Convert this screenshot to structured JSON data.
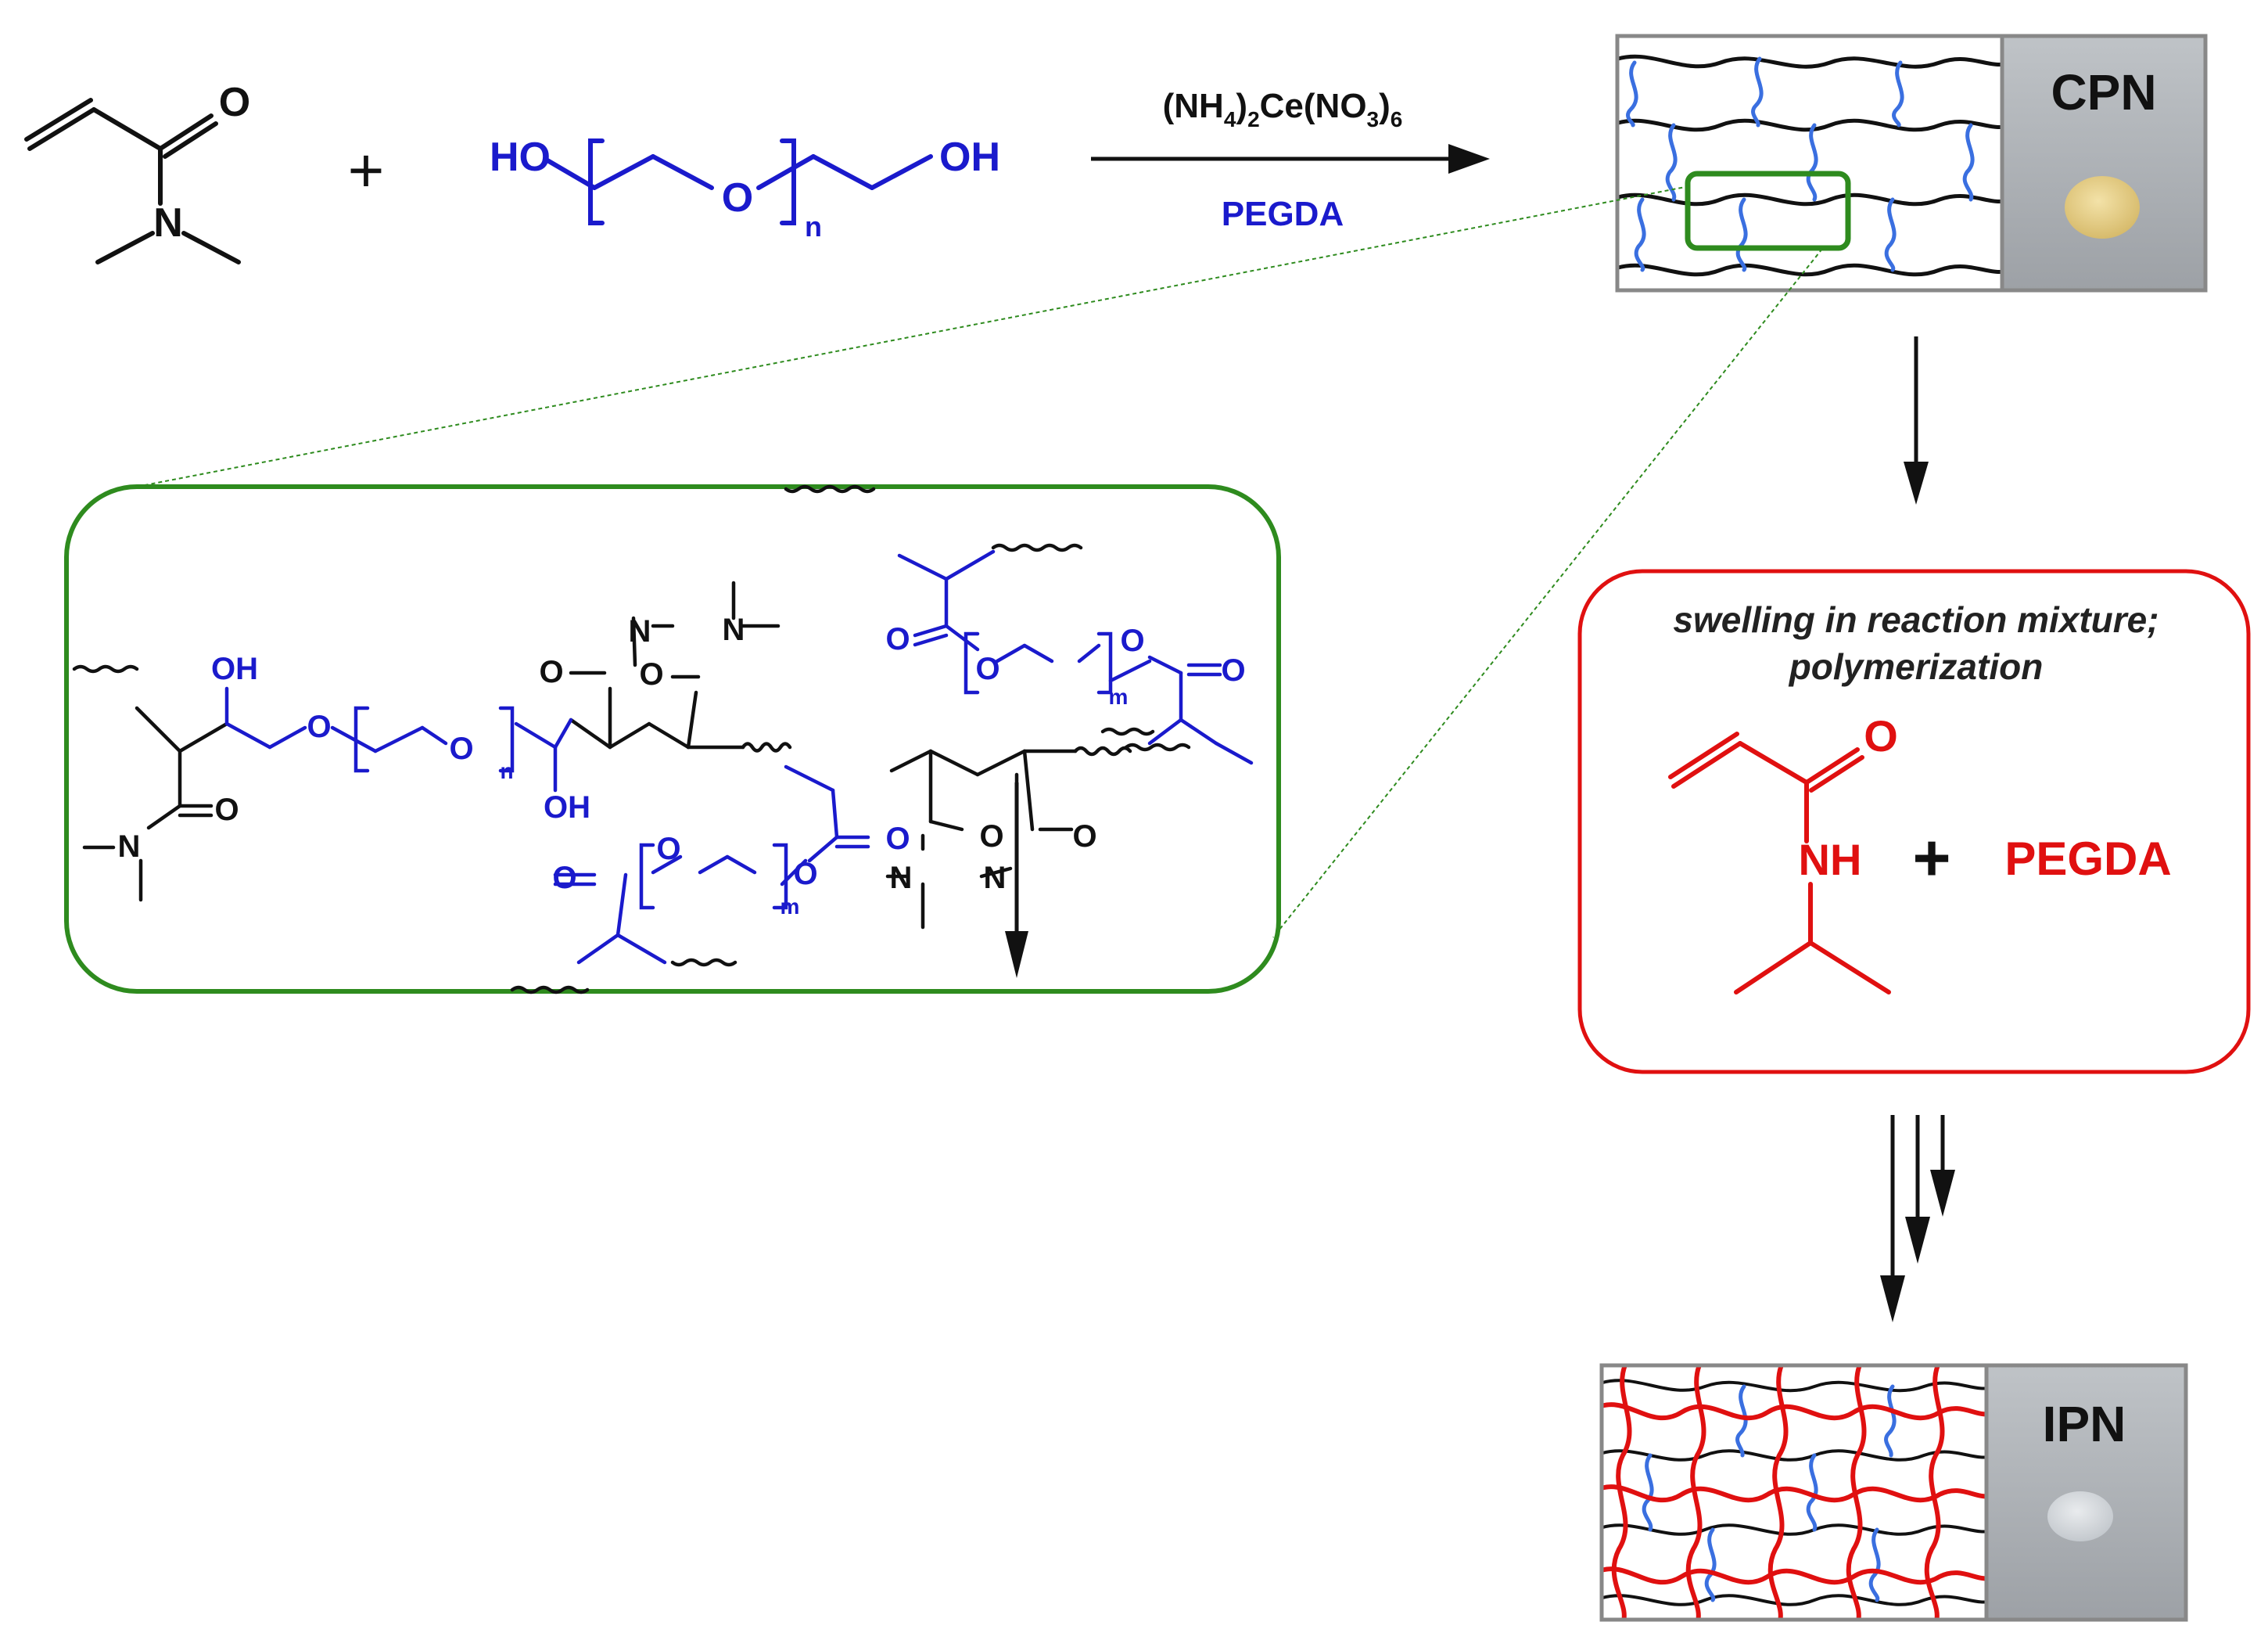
{
  "reaction": {
    "atom_O": "O",
    "atom_N": "N",
    "plus": "+",
    "peg_HO": "HO",
    "peg_O": "O",
    "peg_OH": "OH",
    "peg_n": "n",
    "reagent_top_parts": [
      "(NH",
      "4",
      ")",
      "2",
      "Ce(NO",
      "3",
      ")",
      "6"
    ],
    "reagent_bottom": "PEGDA"
  },
  "cpn": {
    "label": "CPN"
  },
  "ipn": {
    "label": "IPN"
  },
  "swelling": {
    "line1": "swelling in reaction mixture;",
    "line2": "polymerization",
    "atom_O": "O",
    "atom_NH": "NH",
    "plus": "+",
    "pegda": "PEGDA"
  },
  "network": {
    "OH_top": "OH",
    "O_ether1": "O",
    "O_ether2": "O",
    "n_sub": "n",
    "OH_bottom": "OH",
    "O_amide1": "O",
    "N_amide1": "N",
    "O_amide2": "O",
    "N_amide2": "N",
    "O_amide3": "O",
    "N_amide3": "N",
    "O_ester_top_left": "O",
    "O_ester_top_ring": "O",
    "O_ester_top_link": "O",
    "m_top": "m",
    "O_ester_top_right": "O",
    "O_ester_mid": "O",
    "O_ester_bot_left": "O",
    "O_ester_bot_ring": "O",
    "O_ester_bot_link": "O",
    "m_bot": "m",
    "O_amide4": "O",
    "N_amide4": "N",
    "O_amide5": "O",
    "N_amide5": "N"
  },
  "colors": {
    "black": "#111111",
    "blue": "#1a1acc",
    "red": "#e01010",
    "green": "#2e8b1e",
    "net_blue": "#3a6fe0",
    "photo_gray": "#a9acb0"
  }
}
